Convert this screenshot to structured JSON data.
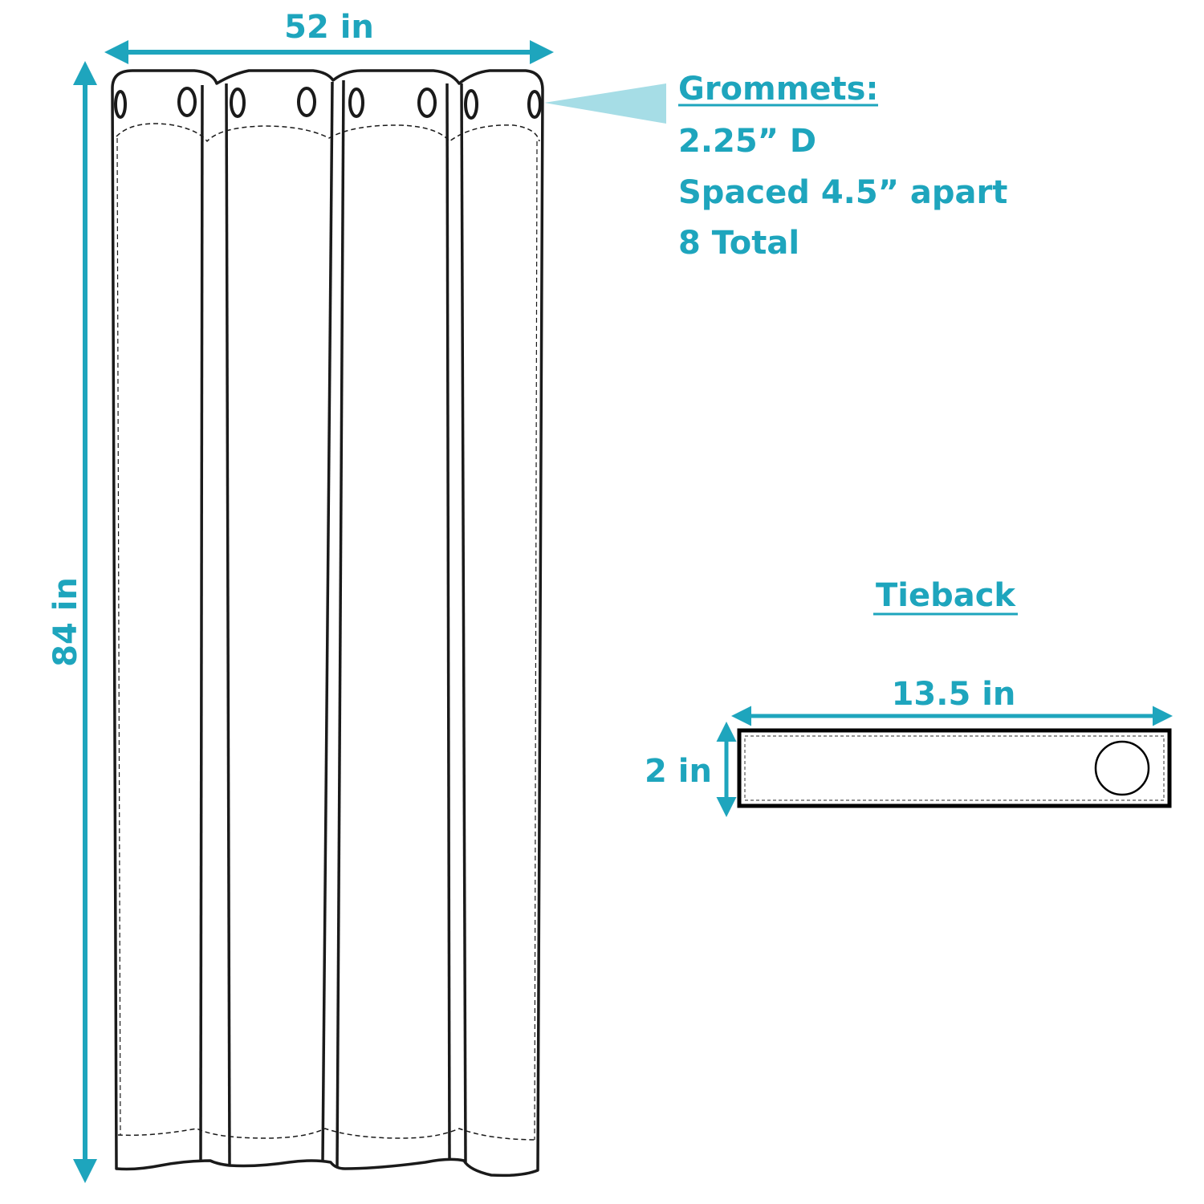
{
  "colors": {
    "accent": "#1ea5bd",
    "callout_fill": "#a6dde6",
    "outline": "#1a1a1a",
    "background": "#ffffff"
  },
  "curtain": {
    "width_label": "52 in",
    "height_label": "84 in",
    "grommet_count": 8
  },
  "grommets_info": {
    "heading": "Grommets:",
    "lines": [
      "2.25” D",
      "Spaced 4.5” apart",
      "8 Total"
    ]
  },
  "tieback": {
    "heading": "Tieback",
    "length_label": "13.5 in",
    "height_label": "2 in"
  }
}
